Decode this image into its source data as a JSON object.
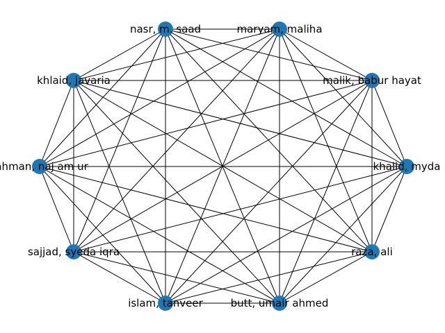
{
  "graph": {
    "type": "complete-graph",
    "node_color": "#1f77b4",
    "edge_color": "#000000",
    "nodes": [
      {
        "id": "nasr",
        "label": "nasr, m. saad"
      },
      {
        "id": "maryam",
        "label": "maryam, maliha"
      },
      {
        "id": "malik",
        "label": "malik, babur hayat"
      },
      {
        "id": "khalid",
        "label": "khalid, myda"
      },
      {
        "id": "raza",
        "label": "raza, ali"
      },
      {
        "id": "butt",
        "label": "butt, umair ahmed"
      },
      {
        "id": "islam",
        "label": "islam, tanveer"
      },
      {
        "id": "sajjad",
        "label": "sajjad, syeda iqra"
      },
      {
        "id": "rahman",
        "label": "rahman, naj am ur"
      },
      {
        "id": "khlaid",
        "label": "khlaid, javaria"
      }
    ],
    "edges": "all-pairs"
  }
}
